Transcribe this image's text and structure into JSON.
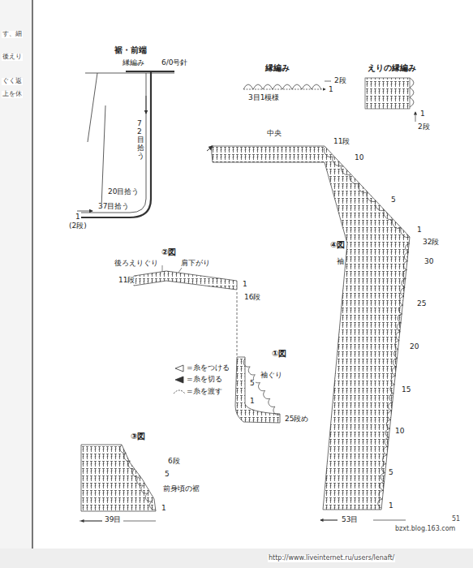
{
  "diagram": {
    "labels": [
      "す、細",
      "後えり",
      "ぐく返",
      "上を休",
      "裾・前端",
      "縁編み",
      "6/0号針",
      "72目拾う",
      "20目拾う",
      "37目拾う",
      "1",
      "(2段)",
      "縁編み",
      "2段",
      "1",
      "3目1模様",
      "えりの縁編み",
      "1",
      "2段",
      "中央",
      "11段",
      "10",
      "5",
      "1",
      "32段",
      "30",
      "25",
      "20",
      "15",
      "10",
      "5",
      "1",
      "53目",
      "④図",
      "袖",
      "②図",
      "後ろえりぐり",
      "肩下がり",
      "11段",
      "1",
      "16段",
      "①図",
      "袖ぐり",
      "5",
      "1",
      "25段め",
      "③図",
      "6段",
      "5",
      "1",
      "前身頃の裾",
      "39目",
      "bzxt.blog.163.com",
      "51",
      "http://www.liveinternet.ru/users/lenaft/"
    ],
    "legend": [
      {
        "text": "=糸をつける"
      },
      {
        "text": "=糸を切る"
      },
      {
        "text": "=糸を渡す"
      }
    ]
  }
}
